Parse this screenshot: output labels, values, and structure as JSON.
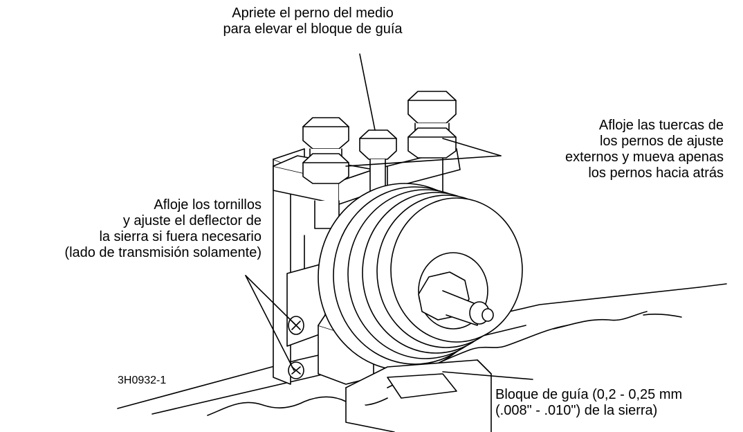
{
  "callouts": {
    "top": {
      "lines": [
        "Apriete el perno del medio",
        "para elevar el bloque de guía"
      ]
    },
    "nuts": {
      "lines": [
        "Afloje las tuercas de",
        "los pernos de ajuste",
        "externos y mueva apenas",
        "los pernos hacia atrás"
      ]
    },
    "screws": {
      "lines": [
        "Afloje los tornillos",
        "y ajuste el deflector de",
        "la sierra si fuera necesario",
        "(lado de transmisión solamente)"
      ]
    },
    "guide": {
      "lines": [
        "Bloque de guía (0,2 - 0,25 mm",
        "(.008\" - .010\") de la sierra)"
      ]
    }
  },
  "figure_id": "3H0932-1",
  "colors": {
    "ink": "#000000",
    "paper": "#ffffff"
  }
}
